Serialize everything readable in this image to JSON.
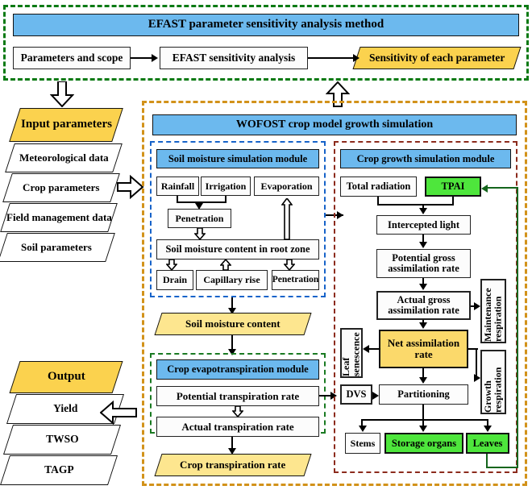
{
  "diagram": {
    "title": "WOFOST crop model growth simulation with EFAST sensitivity analysis flowchart",
    "colors": {
      "header_blue": "#6cb9ee",
      "highlight_green": "#4ee63c",
      "data_yellow": "#fbd24e",
      "soft_yellow": "#fde68f",
      "frame_green": "#0b7a14",
      "frame_orange": "#d2921a",
      "frame_blue": "#1763c9",
      "frame_maroon": "#8c2b1d"
    }
  },
  "efast_panel": {
    "header": "EFAST parameter sensitivity analysis method",
    "step1": "Parameters and scope",
    "step2": "EFAST sensitivity analysis",
    "step3": "Sensitivity of each parameter"
  },
  "inputs": {
    "header": "Input parameters",
    "items": [
      "Meteorological data",
      "Crop parameters",
      "Field management data",
      "Soil parameters"
    ]
  },
  "outputs": {
    "header": "Output",
    "items": [
      "Yield",
      "TWSO",
      "TAGP"
    ]
  },
  "wofost": {
    "header": "WOFOST crop model growth simulation"
  },
  "soil_module": {
    "header": "Soil moisture simulation module",
    "rainfall": "Rainfall",
    "irrigation": "Irrigation",
    "evaporation": "Evaporation",
    "penetration_top": "Penetration",
    "root_zone": "Soil moisture content in root zone",
    "drain": "Drain",
    "capillary_rise": "Capillary rise",
    "penetration_bottom": "Penetration",
    "result": "Soil moisture content"
  },
  "evapo_module": {
    "header": "Crop evapotranspiration module",
    "potential": "Potential transpiration rate",
    "actual": "Actual transpiration rate",
    "result": "Crop transpiration rate"
  },
  "crop_module": {
    "header": "Crop growth simulation module",
    "total_radiation": "Total radiation",
    "tpai": "TPAI",
    "intercepted_light": "Intercepted light",
    "potential_gross": "Potential gross assimilation rate",
    "actual_gross": "Actual gross assimilation rate",
    "net_assimilation": "Net assimilation rate",
    "leaf_senescence": "Leaf senescence",
    "maintenance_respiration": "Maintenance respiration",
    "growth_respiration": "Growth respiration",
    "dvs": "DVS",
    "partitioning": "Partitioning",
    "stems": "Stems",
    "storage_organs": "Storage organs",
    "leaves": "Leaves"
  }
}
